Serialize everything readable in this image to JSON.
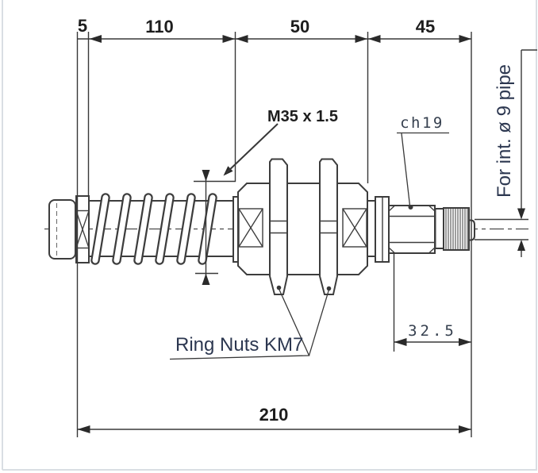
{
  "page": {
    "background": "#ffffff",
    "border_color": "#d9dee3"
  },
  "drawing": {
    "dimensions": {
      "left_offset": "5",
      "spring_section": "110",
      "body_section": "50",
      "tip_section": "45",
      "overall_length": "210",
      "hex_to_end": "32.5"
    },
    "labels": {
      "thread_spec": "M35 x 1.5",
      "hex_size": "ch19",
      "ring_nuts": "Ring Nuts KM7",
      "pipe_note": "For int. ø 9 pipe"
    },
    "colors": {
      "line": "#3d3d3d",
      "dimension_line": "#383838",
      "dimension_text": "#1d1d1d",
      "annotation_text": "#2c3750",
      "technical_text": "#36404f"
    }
  }
}
